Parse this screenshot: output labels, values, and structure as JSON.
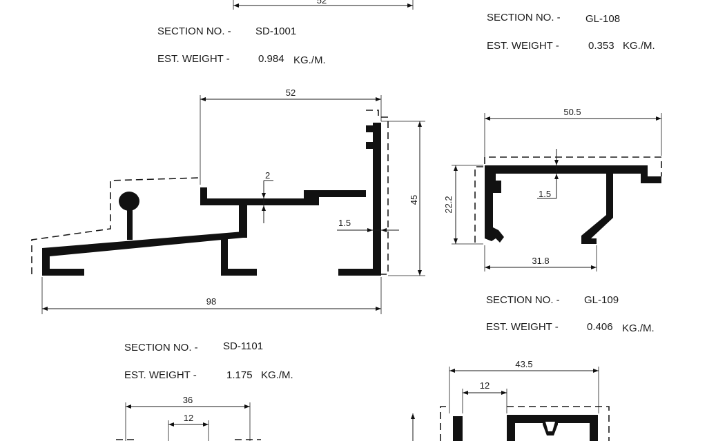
{
  "sections": [
    {
      "id": "sd1001",
      "section_label": "SECTION NO. -",
      "section_no": "SD-1001",
      "weight_label": "EST. WEIGHT -",
      "weight_value": "0.984",
      "weight_unit": "KG./M."
    },
    {
      "id": "gl108",
      "section_label": "SECTION NO. -",
      "section_no": "GL-108",
      "weight_label": "EST. WEIGHT -",
      "weight_value": "0.353",
      "weight_unit": "KG./M."
    },
    {
      "id": "gl109",
      "section_label": "SECTION NO. -",
      "section_no": "GL-109",
      "weight_label": "EST. WEIGHT -",
      "weight_value": "0.406",
      "weight_unit": "KG./M."
    },
    {
      "id": "sd1101",
      "section_label": "SECTION NO. -",
      "section_no": "SD-1101",
      "weight_label": "EST. WEIGHT -",
      "weight_value": "1.175",
      "weight_unit": "KG./M."
    }
  ],
  "dimensions": {
    "top_partial": "52",
    "sd1101_width_top": "52",
    "sd1101_lip": "2",
    "sd1101_height": "45",
    "sd1101_wall": "1.5",
    "sd1101_width_bottom": "98",
    "gl109_width": "50.5",
    "gl109_height": "22.2",
    "gl109_wall": "1.5",
    "gl109_inner": "31.8",
    "bl_width": "36",
    "bl_inner": "12",
    "br_width": "43.5",
    "br_inner": "12"
  }
}
